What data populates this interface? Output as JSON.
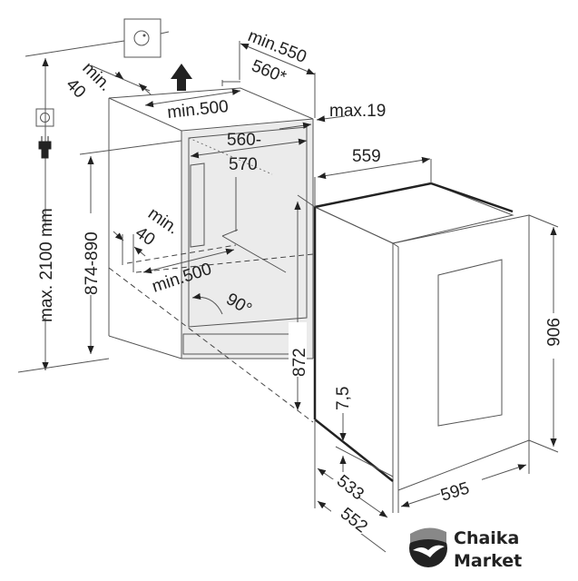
{
  "dimensions": {
    "max_height": "max. 2100 mm",
    "niche_height": "874-890",
    "top_gap": "min.\n40",
    "top_gap_l1": "min.",
    "top_gap_l2": "40",
    "top_vent": "min.500",
    "depth_min": "min.550",
    "depth_alt": "560*",
    "max_side": "max.19",
    "width_l1": "560-",
    "width_l2": "570",
    "bottom_gap_l1": "min.",
    "bottom_gap_l2": "40",
    "bottom_vent": "min.500",
    "angle": "90°",
    "appliance_width_top": "559",
    "appliance_height_left": "872",
    "plinth": "7,5",
    "appliance_height": "906",
    "depth_533": "533",
    "width_595": "595",
    "depth_552": "552"
  },
  "logo": {
    "line1": "Chaika",
    "line2": "Market"
  },
  "icons": [
    "wall-socket-icon",
    "socket-icon",
    "plug-icon",
    "airflow-up-arrow-icon"
  ]
}
